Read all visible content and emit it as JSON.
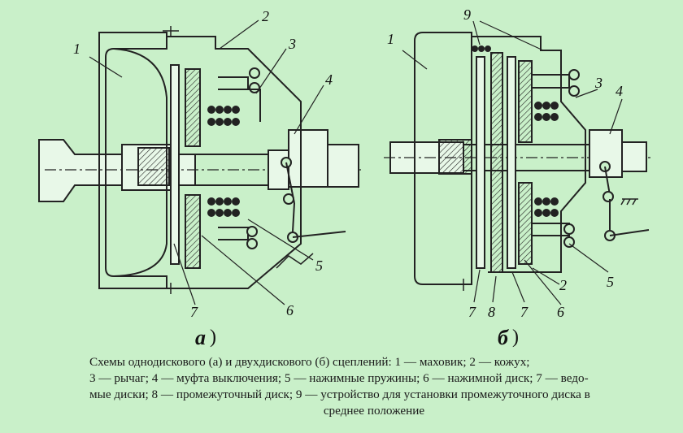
{
  "figure_a": {
    "label": "а",
    "paren": ")",
    "callouts": [
      "1",
      "2",
      "3",
      "4",
      "5",
      "6",
      "7"
    ]
  },
  "figure_b": {
    "label": "б",
    "paren": ")",
    "callouts": [
      "9",
      "1",
      "3",
      "4",
      "5",
      "2",
      "6",
      "7",
      "8",
      "7"
    ]
  },
  "caption": {
    "line1": "Схемы однодискового (а) и двухдискового (б) сцеплений: 1 — маховик; 2 — кожух;",
    "line2": "3 — рычаг; 4 — муфта выключения; 5 — нажимные пружины; 6 — нажимной диск; 7 — ведо-",
    "line3": "мые диски; 8 — промежуточный диск; 9 — устройство для установки промежуточного диска в",
    "line4": "среднее положение"
  }
}
